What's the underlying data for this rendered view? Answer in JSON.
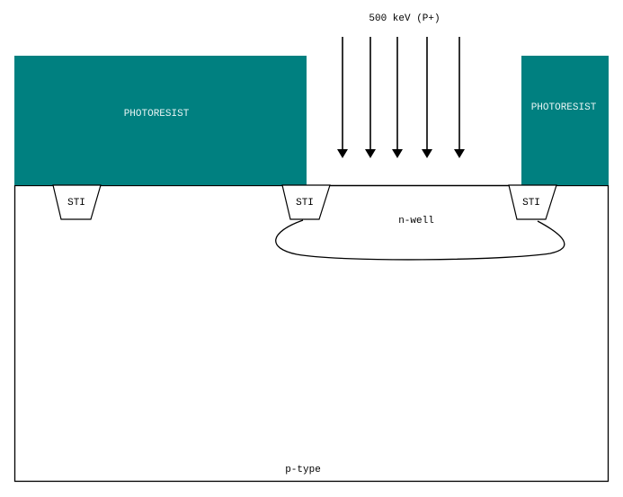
{
  "diagram": {
    "title": "500 keV (P+)",
    "colors": {
      "photoresist": "#008080",
      "photoresist_text": "#e8f4f4",
      "line": "#000000",
      "background": "#ffffff"
    },
    "implant": {
      "label": "500 keV (P+)",
      "arrow_count": 5,
      "direction": "down"
    },
    "photoresist": [
      {
        "label": "PHOTORESIST",
        "position": "left"
      },
      {
        "label": "PHOTORESIST",
        "position": "right"
      }
    ],
    "sti": [
      {
        "label": "STI",
        "position": "left"
      },
      {
        "label": "STI",
        "position": "middle"
      },
      {
        "label": "STI",
        "position": "right"
      }
    ],
    "nwell": {
      "label": "n-well"
    },
    "substrate": {
      "label": "p-type"
    }
  }
}
